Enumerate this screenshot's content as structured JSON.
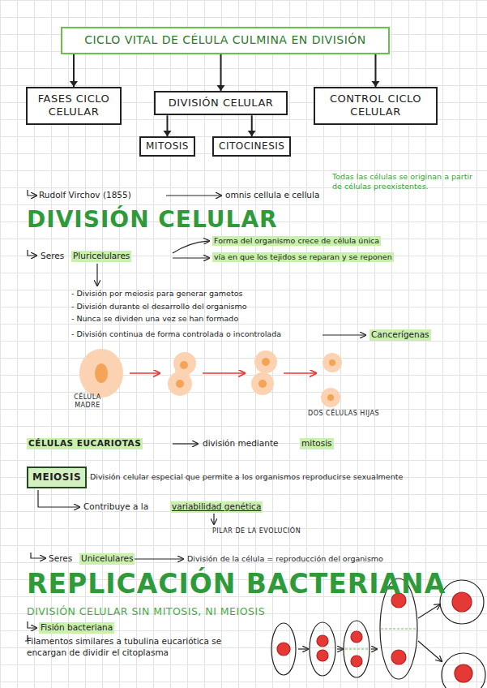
{
  "diagram": {
    "nodes": [
      {
        "text": [
          "CICLO VITAL DE CÉLULA CULMINA EN DIVISIÓN"
        ]
      },
      {
        "text": [
          "FASES CICLO CELULAR"
        ]
      },
      {
        "text": [
          "DIVISIÓN CELULAR"
        ]
      },
      {
        "text": [
          "MITOSIS"
        ]
      },
      {
        "text": [
          "CITOCINESIS"
        ]
      },
      {
        "text": [
          "CONTROL CICLO CELULAR"
        ]
      },
      {
        "text": [
          "MEIOSIS"
        ]
      }
    ],
    "edges": [
      {
        "from": 0,
        "to": 1,
        "arrow": "to"
      },
      {
        "from": 0,
        "to": 2,
        "arrow": "to"
      },
      {
        "from": 0,
        "to": 5,
        "arrow": "to"
      },
      {
        "from": 2,
        "to": 3,
        "arrow": "to"
      },
      {
        "from": 2,
        "to": 4,
        "arrow": "to"
      }
    ],
    "labels": [
      "Todas las células se originan a partir de células preexistentes.",
      "Rudolf Virchov (1855)",
      "omnis cellula e cellula",
      "DIVISIÓN CELULAR",
      "Seres",
      "Pluricelulares",
      "Forma del organismo crece de célula única",
      "vía en que los tejidos se reparan y se reponen",
      "- División por meiosis para generar gametos",
      "- División durante el desarrollo del organismo",
      "- Nunca se dividen una vez se han formado",
      "- División continua de forma controlada o incontrolada",
      "Cancerígenas",
      "CÉLULA MADRE",
      "DOS CÉLULAS HIJAS",
      "CÉLULAS EUCARIOTAS",
      "división mediante",
      "mitosis",
      "División celular especial que permite a los organismos reproducirse sexualmente",
      "Contribuye a la",
      "variabilidad genética",
      "PILAR DE LA EVOLUCIÓN",
      "Seres",
      "Unicelulares",
      "División de la célula = reproducción del organismo",
      "REPLICACIÓN BACTERIANA",
      "DIVISIÓN CELULAR SIN MITOSIS, NI MEIOSIS",
      "Fisión bacteriana",
      "Filamentos similares a tubulina eucariótica se encargan de dividir el citoplasma"
    ]
  }
}
